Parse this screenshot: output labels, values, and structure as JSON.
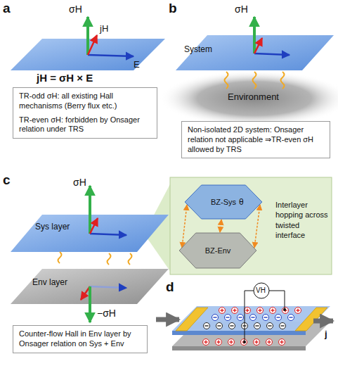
{
  "diagram": {
    "nodes": [
      {
        "text": [
          "TR-odd σH: all existing Hall mechanisms (Berry flux etc.)",
          "TR-even σH: forbidden by Onsager relation under TRS"
        ]
      },
      {
        "text": [
          "Non-isolated 2D system: Onsager relation not applicable ⇒TR-even σH allowed by TRS"
        ]
      },
      {
        "text": [
          "Interlayer hopping across twisted interface"
        ]
      },
      {
        "text": [
          "BZ-Sys"
        ],
        "in": 2
      },
      {
        "text": [
          "BZ-Env"
        ],
        "in": 2
      },
      {
        "text": [
          "Counter-flow Hall in Env layer by Onsager relation on Sys + Env"
        ]
      }
    ],
    "edges": [
      {
        "from": 3,
        "to": 4,
        "arrow": "both"
      }
    ],
    "labels": [
      "a",
      "σH",
      "jH",
      "E",
      "jH = σH × E",
      "b",
      "σH",
      "System",
      "Environment",
      "c",
      "σH",
      "Sys layer",
      "Env layer",
      "−σH",
      "θ",
      "d",
      "VH",
      "j"
    ]
  }
}
